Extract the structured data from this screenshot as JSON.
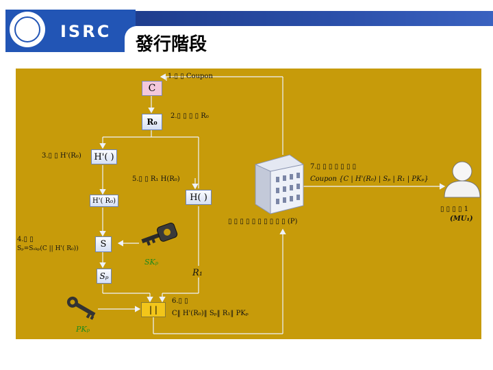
{
  "header": {
    "logo_text": "ISRC",
    "page_title": "發行階段"
  },
  "diagram": {
    "box_c": "C",
    "box_r0": "R₀",
    "box_hprime": "H'( )",
    "box_h": "H( )",
    "box_hprime_r0": "H'( R₀)",
    "box_s": "S",
    "box_sp": "Sₚ",
    "box_r1": "R₁",
    "box_concat": "| |",
    "step1": "1.▯ ▯ Coupon",
    "step2": "2.▯ ▯ ▯ ▯ R₀",
    "step3": "3.▯ ▯ H'(R₀)",
    "step5": "5.▯ ▯   R₁  H(R₀)",
    "step4_title": "4.▯ ▯",
    "step4_formula": "Sₚ=Sₛₖₚ(C || H'( R₀))",
    "step6_title": "6.▯ ▯",
    "step6_formula": "C‖ H'(R₀)‖ Sₚ‖ R₁‖ PKₚ",
    "step7_title": "7.▯ ▯ ▯ ▯ ▯ ▯ ▯",
    "step7_formula": "Coupon {C | H'(R₀) | Sₚ | R₁ | PKₚ}",
    "publisher_label": "▯ ▯ ▯ ▯ ▯ ▯ ▯ ▯ ▯ ▯ (P)",
    "user_label": "▯ ▯ ▯ ▯ 1",
    "user_id": "(MU₁)",
    "sk_label": "SKₚ",
    "pk_label": "PKₚ"
  },
  "colors": {
    "panel": "#c79b0a",
    "header_blue": "#2255b5",
    "key_green": "#1c8a1c"
  }
}
